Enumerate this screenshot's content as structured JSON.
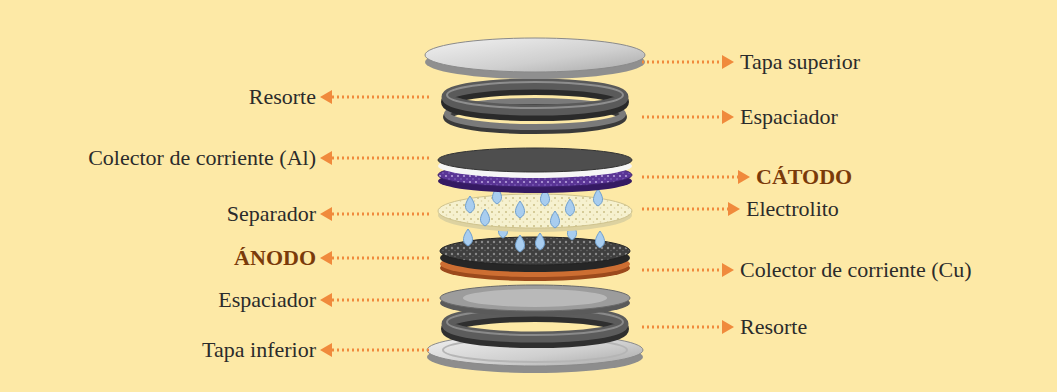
{
  "diagram": {
    "labels": [
      "Tapa superior",
      "Resorte",
      "Espaciador",
      "Colector de corriente (Al)",
      "CÁTODO",
      "Separador",
      "Electrolito",
      "ÁNODO",
      "Colector de corriente (Cu)",
      "Espaciador",
      "Resorte",
      "Tapa inferior"
    ]
  }
}
